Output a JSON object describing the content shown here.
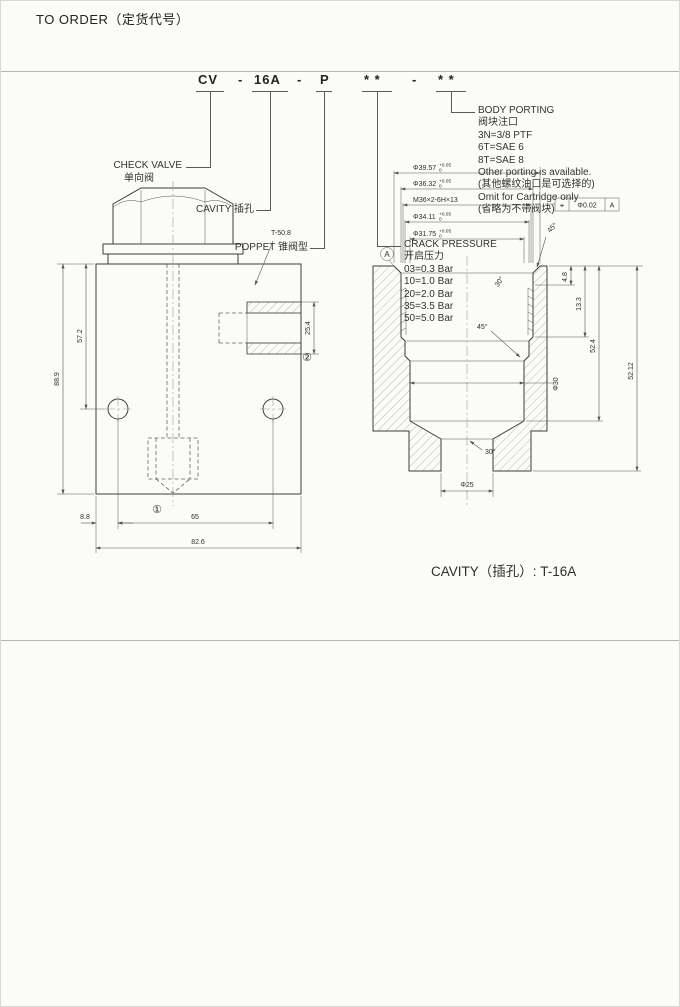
{
  "drawing": {
    "left": {
      "t_label": "T-50.8",
      "marker_side_port": "②",
      "marker_bottom_port": "①",
      "dim_height": "88.9",
      "dim_port_center": "57.2",
      "dim_port_height": "25.4",
      "dim_edge": "8.8",
      "dim_span": "65",
      "dim_width": "82.6"
    },
    "cavity": {
      "top_dims": [
        {
          "text": "Φ39.57",
          "hi": "+0.05",
          "lo": "0"
        },
        {
          "text": "Φ36.32",
          "hi": "+0.05",
          "lo": "0"
        },
        {
          "text": "M36×2-6H×13",
          "hi": "",
          "lo": ""
        },
        {
          "text": "Φ34.11",
          "hi": "+0.05",
          "lo": "0"
        },
        {
          "text": "Φ31.75",
          "hi": "+0.05",
          "lo": "0"
        }
      ],
      "gdt": {
        "symbol": "⌖",
        "tolerance": "Φ0.02",
        "datum": "A"
      },
      "datum_flag": "A",
      "angle_top": "45°",
      "angle_thread": "30°",
      "angle_shoulder": "45°",
      "angle_bottom": "30°",
      "dim_4_8": "4.8",
      "dim_13_3": "13.3",
      "dim_52_4": "52.4",
      "dim_52_12": "52.12",
      "dim_d30": "Φ30",
      "dim_d25": "Φ25",
      "caption": "CAVITY（插孔）: T-16A"
    }
  },
  "order": {
    "title": "TO ORDER（定货代号）",
    "code": [
      "CV",
      "-",
      "16A",
      "-",
      "P",
      "* *",
      "-",
      "* *"
    ],
    "labels": {
      "check_valve_en": "CHECK VALVE",
      "check_valve_zh": "单向阀",
      "cavity": "CAVITY 插孔",
      "poppet": "POPPET 锥阀型"
    },
    "crack_pressure": {
      "title": "CRACK PRESSURE",
      "subtitle": "开启压力",
      "options": [
        "03=0.3 Bar",
        "10=1.0 Bar",
        "20=2.0 Bar",
        "35=3.5 Bar",
        "50=5.0 Bar"
      ]
    },
    "body_porting": {
      "title": "BODY PORTING",
      "subtitle": "阀块注口",
      "options": [
        "3N=3/8  PTF",
        "6T=SAE  6",
        "8T=SAE  8"
      ],
      "notes": [
        "Other porting is available.",
        "(其他螺纹油口是可选择的)",
        "Omit for Cartridge only",
        "(省略为不带阀块)"
      ]
    }
  }
}
